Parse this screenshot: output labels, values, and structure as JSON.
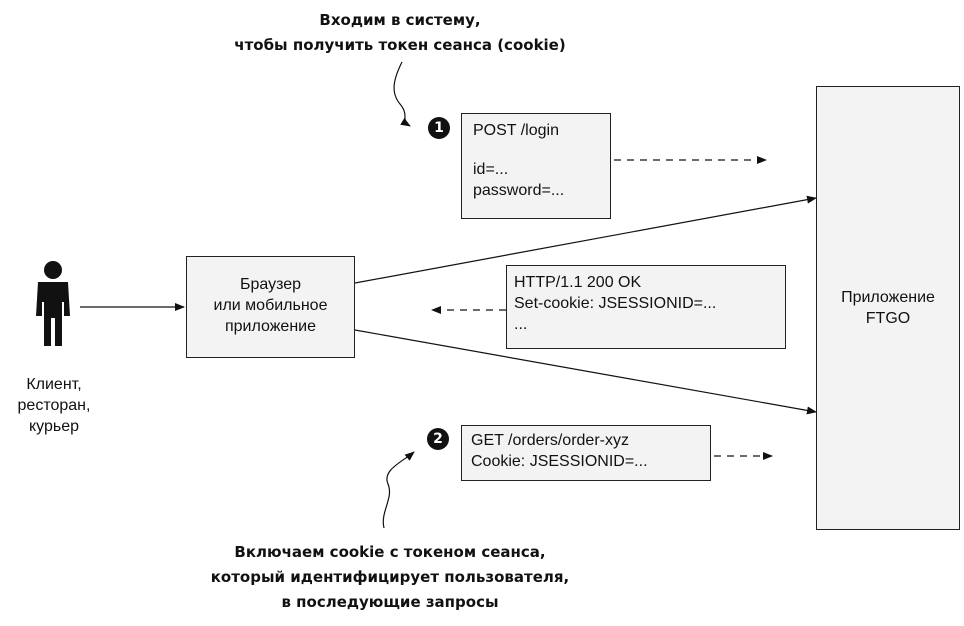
{
  "notes": {
    "login_line1": "Входим в систему,",
    "login_line2": "чтобы получить токен сеанса (cookie)",
    "cookie_line1": "Включаем cookie с токеном сеанса,",
    "cookie_line2": "который идентифицирует пользователя,",
    "cookie_line3": "в последующие запросы"
  },
  "actor": {
    "line1": "Клиент,",
    "line2": "ресторан,",
    "line3": "курьер"
  },
  "browser": {
    "line1": "Браузер",
    "line2": "или мобильное",
    "line3": "приложение"
  },
  "app": {
    "line1": "Приложение",
    "line2": "FTGO"
  },
  "login_request": {
    "badge": "1",
    "line1": "POST /login",
    "line2": "id=...",
    "line3": "password=..."
  },
  "login_response": {
    "line1": "HTTP/1.1 200 OK",
    "line2": "Set-cookie: JSESSIONID=...",
    "line3": "..."
  },
  "order_request": {
    "badge": "2",
    "line1": "GET /orders/order-xyz",
    "line2": "Cookie: JSESSIONID=..."
  },
  "colors": {
    "line": "#111111",
    "box_fill": "#f3f3f3"
  }
}
